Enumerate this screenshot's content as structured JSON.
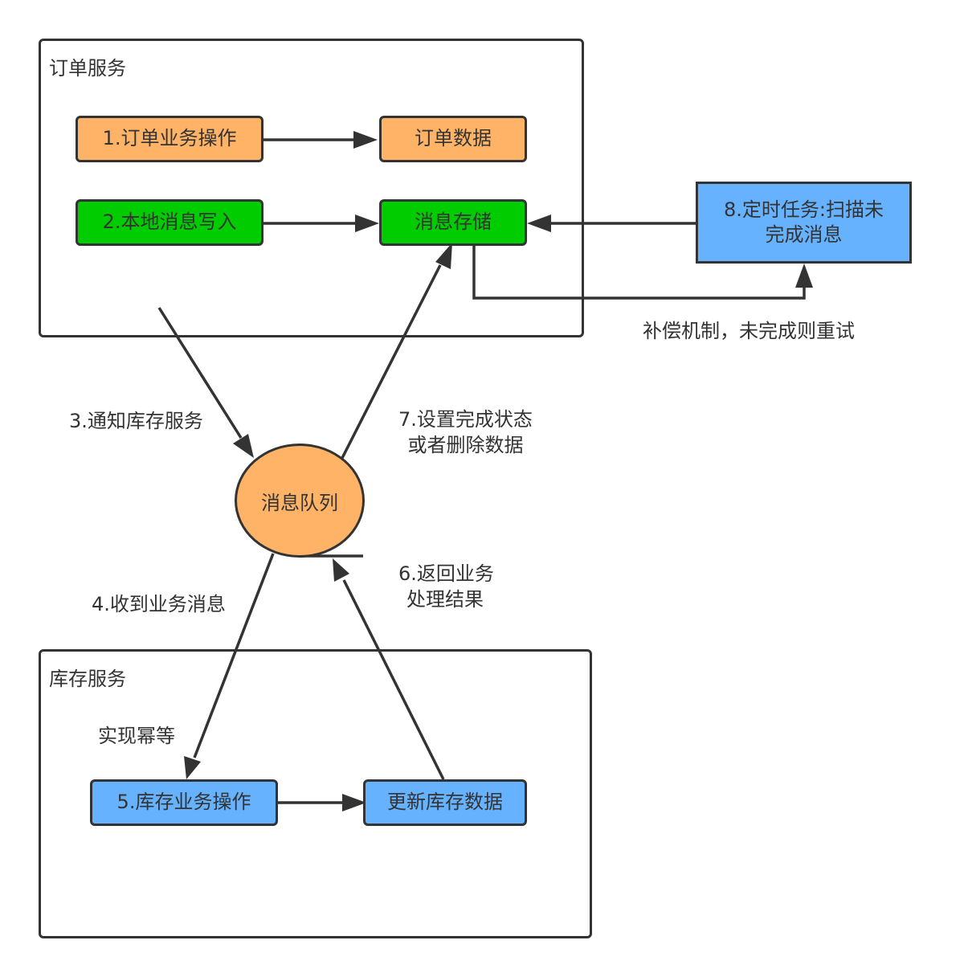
{
  "groups": {
    "order_service": {
      "title": "订单服务"
    },
    "inventory_service": {
      "title": "库存服务"
    }
  },
  "nodes": {
    "order_op": {
      "label": "1.订单业务操作",
      "color": "#ffb366"
    },
    "order_data": {
      "label": "订单数据",
      "color": "#ffb366"
    },
    "local_msg_write": {
      "label": "2.本地消息写入",
      "color": "#00cc00"
    },
    "msg_store": {
      "label": "消息存储",
      "color": "#00cc00"
    },
    "scheduled_task": {
      "label_line1": "8.定时任务:扫描未",
      "label_line2": "完成消息",
      "color": "#66b2ff"
    },
    "msg_queue": {
      "label": "消息队列",
      "color": "#ffb366"
    },
    "inventory_op": {
      "label": "5.库存业务操作",
      "color": "#66b2ff"
    },
    "update_inventory": {
      "label": "更新库存数据",
      "color": "#66b2ff"
    }
  },
  "edge_labels": {
    "compensation": "补偿机制，未完成则重试",
    "notify_inventory": "3.通知库存服务",
    "set_complete_line1": "7.设置完成状态",
    "set_complete_line2": "或者删除数据",
    "receive_msg": "4.收到业务消息",
    "return_result_line1": "6.返回业务",
    "return_result_line2": "处理结果",
    "idempotent": "实现幂等"
  },
  "colors": {
    "stroke": "#333333",
    "orange": "#ffb366",
    "green": "#00cc00",
    "blue": "#66b2ff"
  }
}
